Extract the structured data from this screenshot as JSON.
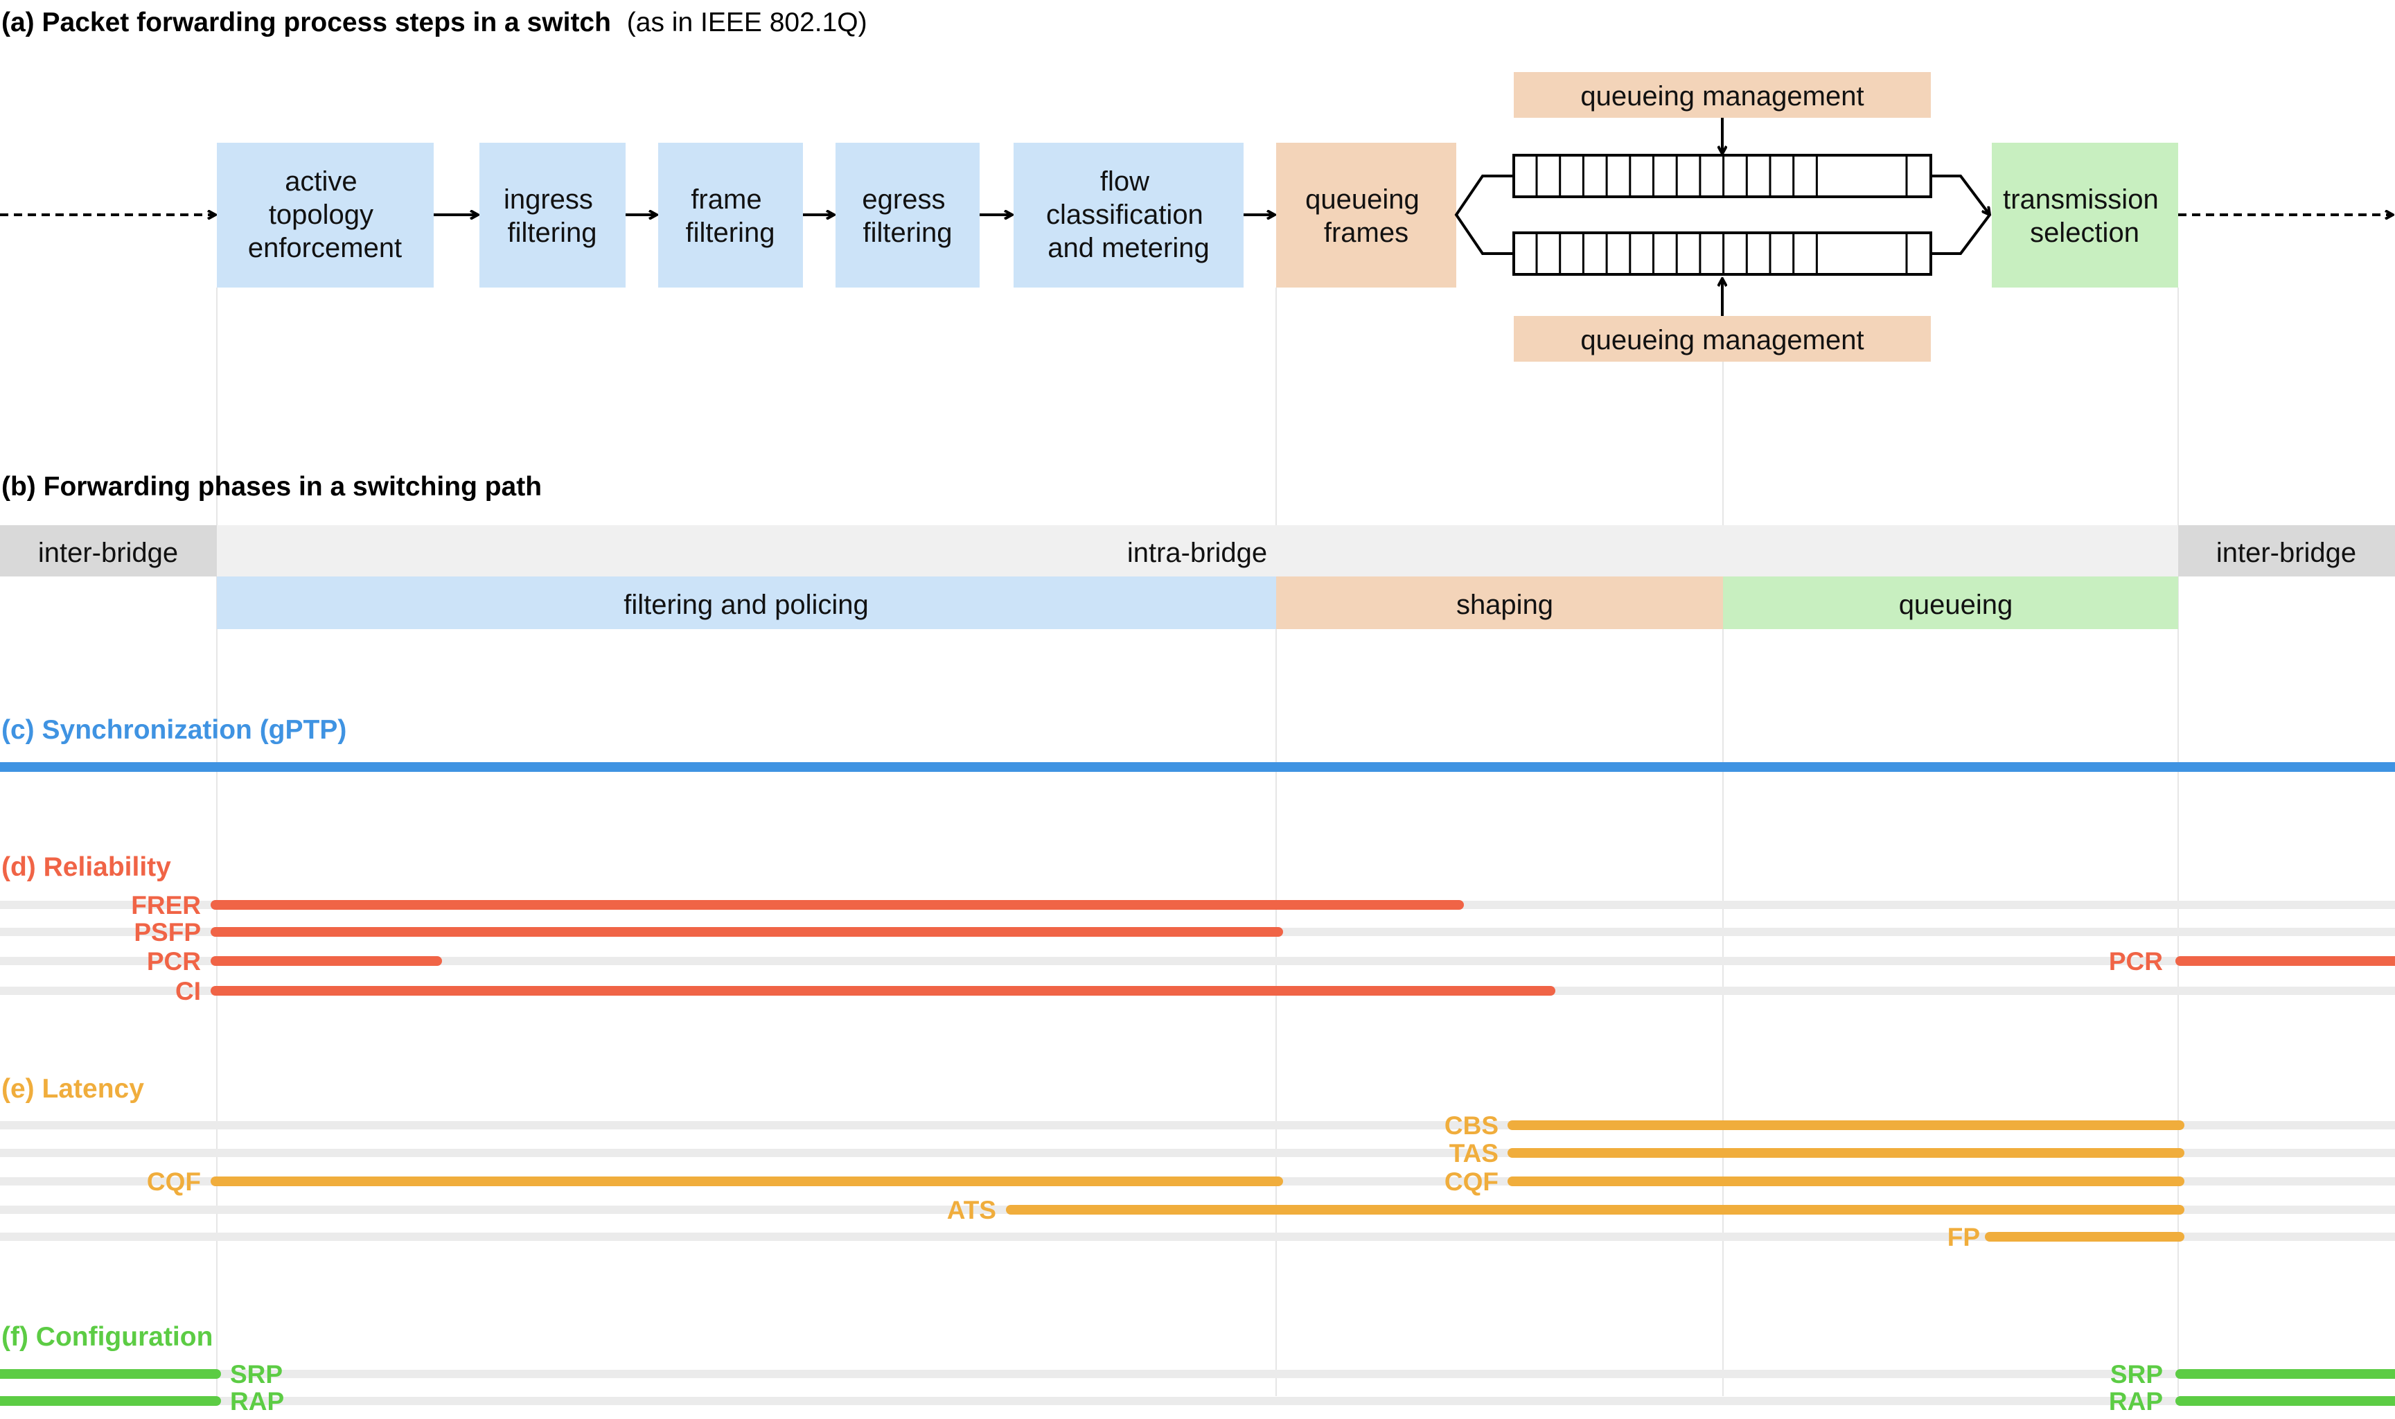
{
  "sections": {
    "a": {
      "title": "(a) Packet forwarding process steps in a switch",
      "subtitle": "(as in IEEE 802.1Q)"
    },
    "b": {
      "title": "(b) Forwarding phases in a switching path"
    },
    "c": {
      "title": "(c) Synchronization (gPTP)"
    },
    "d": {
      "title": "(d) Reliability"
    },
    "e": {
      "title": "(e) Latency"
    },
    "f": {
      "title": "(f) Configuration"
    }
  },
  "process": {
    "steps": [
      {
        "lines": [
          "active",
          "topology",
          "enforcement"
        ]
      },
      {
        "lines": [
          "ingress",
          "filtering"
        ]
      },
      {
        "lines": [
          "frame",
          "filtering"
        ]
      },
      {
        "lines": [
          "egress",
          "filtering"
        ]
      },
      {
        "lines": [
          "flow",
          "classification",
          "and metering"
        ]
      },
      {
        "lines": [
          "queueing",
          "frames"
        ]
      },
      {
        "lines": [
          "transmission",
          "selection"
        ]
      }
    ],
    "queue_mgmt_top": "queueing management",
    "queue_mgmt_bottom": "queueing management"
  },
  "phases": {
    "left": "inter-bridge",
    "center": "intra-bridge",
    "right": "inter-bridge",
    "sub": [
      "filtering and policing",
      "shaping",
      "queueing"
    ]
  },
  "colors": {
    "blue_box": "#cce3f8",
    "peach_box": "#f3d4b9",
    "green_box": "#c8efc0",
    "gray_band": "#d9d9d9",
    "light_band": "#f0f0f0",
    "sync": "#3f93e2",
    "reliability": "#f06446",
    "latency": "#f0ad3c",
    "configuration": "#5ccc44",
    "track": "#ebebeb",
    "guide": "#e6e6e6"
  },
  "reliability": [
    {
      "label": "FRER"
    },
    {
      "label": "PSFP"
    },
    {
      "label": "PCR"
    },
    {
      "label": "CI"
    },
    {
      "label": "PCR"
    }
  ],
  "latency": [
    {
      "label": "CBS"
    },
    {
      "label": "TAS"
    },
    {
      "label": "CQF"
    },
    {
      "label": "CQF"
    },
    {
      "label": "ATS"
    },
    {
      "label": "FP"
    }
  ],
  "configuration": [
    {
      "label": "SRP"
    },
    {
      "label": "RAP"
    },
    {
      "label": "SRP"
    },
    {
      "label": "RAP"
    }
  ]
}
